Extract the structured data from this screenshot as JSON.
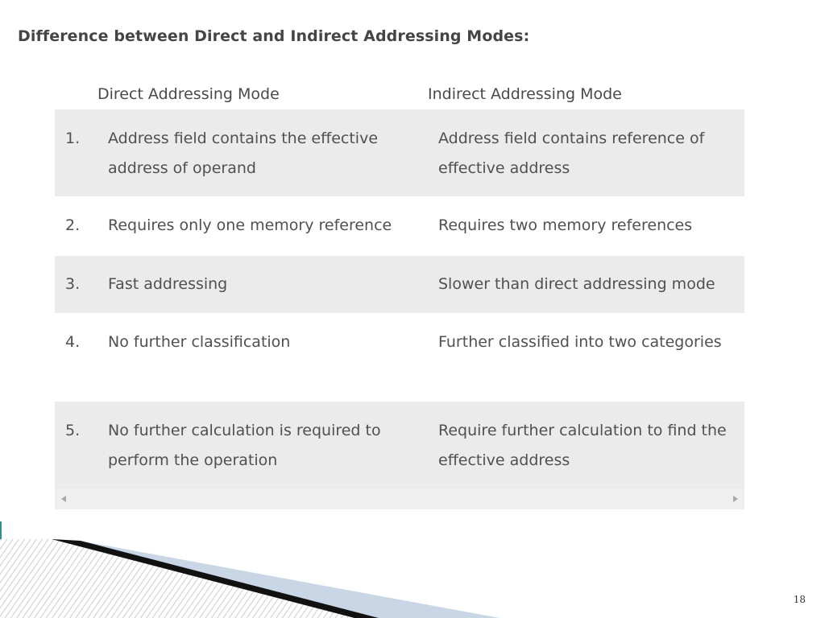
{
  "slide": {
    "title": "Difference between Direct and Indirect Addressing Modes:",
    "page_number": "18"
  },
  "table": {
    "headers": [
      "Direct Addressing Mode",
      "Indirect Addressing Mode"
    ],
    "rows": [
      {
        "num": "1.",
        "direct": "Address field contains the effective address of operand",
        "indirect": "Address field contains reference of effective address"
      },
      {
        "num": "2.",
        "direct": "Requires only one memory reference",
        "indirect": "Requires two memory references"
      },
      {
        "num": "3.",
        "direct": "Fast addressing",
        "indirect": "Slower than direct addressing mode"
      },
      {
        "num": "4.",
        "direct": "No further classification",
        "indirect": "Further classified into two categories"
      },
      {
        "num": "5.",
        "direct": "No further calculation is required to perform the operation",
        "indirect": "Require further calculation to find the effective address"
      }
    ]
  },
  "colors": {
    "title": "#454545",
    "text": "#505050",
    "row_shade": "#ebebeb",
    "decoration_dark": "#111111",
    "decoration_light": "#c8d6e5"
  }
}
